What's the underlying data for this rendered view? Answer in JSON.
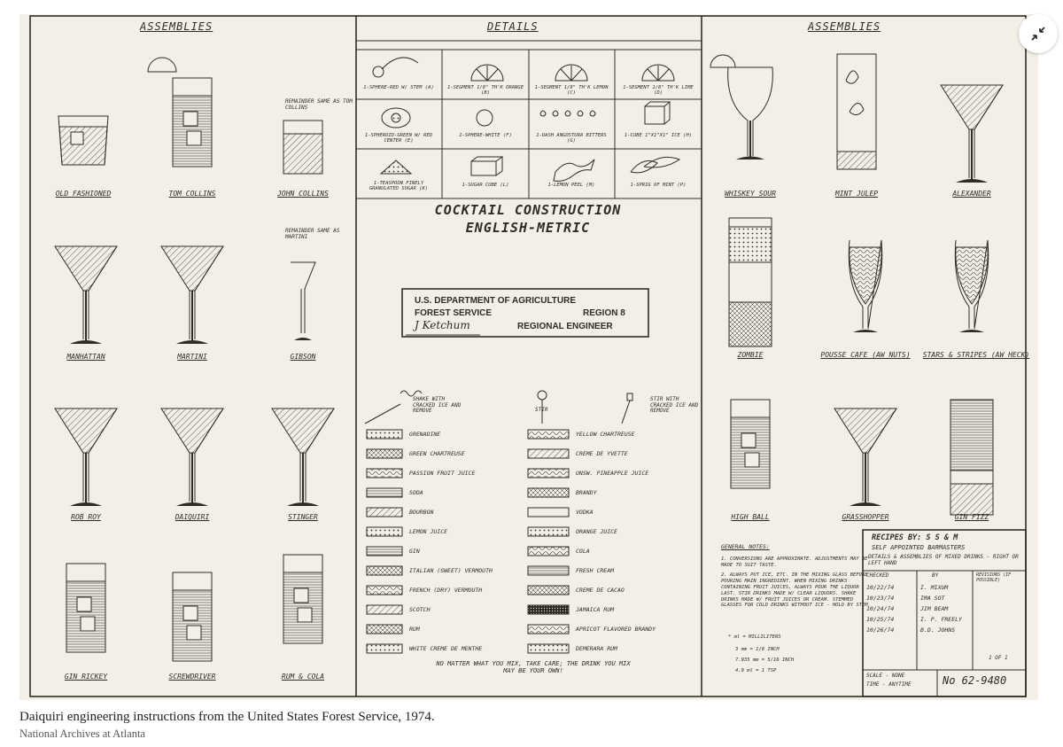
{
  "image": {
    "headers": {
      "assemblies_left": "ASSEMBLIES",
      "details": "DETAILS",
      "assemblies_right": "ASSEMBLIES"
    },
    "title_line1": "COCKTAIL CONSTRUCTION",
    "title_line2": "ENGLISH-METRIC",
    "usda": {
      "line1": "U.S. DEPARTMENT OF AGRICULTURE",
      "line2a": "FOREST SERVICE",
      "line2b": "REGION 8",
      "signature": "J Ketchum",
      "line3": "REGIONAL ENGINEER"
    },
    "drinks_left": [
      "OLD FASHIONED",
      "TOM COLLINS",
      "JOHN COLLINS",
      "MANHATTAN",
      "MARTINI",
      "GIBSON",
      "ROB ROY",
      "DAIQUIRI",
      "STINGER",
      "GIN RICKEY",
      "SCREWDRIVER",
      "RUM & COLA"
    ],
    "drinks_right": [
      "WHISKEY SOUR",
      "MINT JULEP",
      "ALEXANDER",
      "ZOMBIE",
      "POUSSE CAFE (AW NUTS)",
      "STARS & STRIPES (AW HECK)",
      "HIGH BALL",
      "GRASSHOPPER",
      "GIN FIZZ"
    ],
    "details": [
      "1-SPHERE-RED W/ STEM (A)",
      "1-SEGMENT 1/8\" TH'K ORANGE (B)",
      "1-SEGMENT 1/8\" TH'K LEMON (C)",
      "1-SEGMENT 1/8\" TH'K LIME (D)",
      "1-SPHEROID-GREEN W/ RED CENTER (E)",
      "1-SPHERE-WHITE (F)",
      "1-DASH ANGOSTURA BITTERS (G)",
      "1-CUBE 1\"x1\"x1\" ICE (H)",
      "1-TEASPOON FINELY GRANULATED SUGAR (K)",
      "1-SUGAR CUBE (L)",
      "1-LEMON PEEL (M)",
      "1-SPRIG OF MINT (P)"
    ],
    "remainder_notes": [
      "REMAINDER SAME AS TOM COLLINS",
      "REMAINDER SAME AS MARTINI"
    ],
    "shake_label": "SHAKE WITH CRACKED ICE AND REMOVE",
    "stir_label": "STIR",
    "stir_shake_label": "STIR WITH CRACKED ICE AND REMOVE",
    "legend_left": [
      "GRENADINE",
      "GREEN CHARTREUSE",
      "PASSION FRUIT JUICE",
      "SODA",
      "BOURBON",
      "LEMON JUICE",
      "GIN",
      "ITALIAN (SWEET) VERMOUTH",
      "FRENCH (DRY) VERMOUTH",
      "SCOTCH",
      "RUM",
      "WHITE CREME DE MENTHE"
    ],
    "legend_right": [
      "YELLOW CHARTREUSE",
      "CREME DE YVETTE",
      "UNSW. PINEAPPLE JUICE",
      "BRANDY",
      "VODKA",
      "ORANGE JUICE",
      "COLA",
      "FRESH CREAM",
      "CREME DE CACAO",
      "JAMAICA RUM",
      "APRICOT FLAVORED BRANDY",
      "DEMERARA RUM"
    ],
    "bottom_note": "NO MATTER WHAT YOU MIX, TAKE CARE; THE DRINK YOU MIX MAY BE YOUR OWN!",
    "general_notes": {
      "title": "GENERAL NOTES:",
      "n1": "1. CONVERSIONS ARE APPROXIMATE. ADJUSTMENTS MAY BE MADE TO SUIT TASTE.",
      "n2": "2. ALWAYS PUT ICE, ETC. IN THE MIXING GLASS BEFORE POURING MAIN INGREDIENT. WHEN MIXING DRINKS CONTAINING FRUIT JUICES, ALWAYS POUR THE LIQUOR LAST. STIR DRINKS MADE W/ CLEAR LIQUORS. SHAKE DRINKS MADE W/ FRUIT JUICES OR CREAM. STEMMED GLASSES FOR COLD DRINKS WITHOUT ICE - HOLD BY STEM.",
      "ml": "* ml = MILLILITERS",
      "c1": "3 mm = 1/8 INCH",
      "c2": "7.935 mm = 5/16 INCH",
      "c3": "4.9 ml = 1 TSP"
    },
    "title_block": {
      "line1": "RECIPES BY: S S & M",
      "line2": "SELF APPOINTED BARMASTERS",
      "line3": "DETAILS & ASSEMBLIES OF MIXED DRINKS - RIGHT OR LEFT HAND",
      "col_checked": "CHECKED",
      "col_by": "BY",
      "col_rev": "REVISIONS (IF POSSIBLE)",
      "rows": [
        {
          "date": "10/22/74",
          "by": "I. MIXUM"
        },
        {
          "date": "10/23/74",
          "by": "IMA SOT"
        },
        {
          "date": "10/24/74",
          "by": "JIM BEAM"
        },
        {
          "date": "10/25/74",
          "by": "I. P. FREELY"
        },
        {
          "date": "10/26/74",
          "by": "B.D. JOHNS"
        }
      ],
      "scale": "SCALE - NONE",
      "time": "TIME - ANYTIME",
      "number": "No 62-9480",
      "sheet": "1 OF 1"
    }
  },
  "caption": "Daiquiri engineering instructions from the United States Forest Service, 1974.",
  "credit": "National Archives at Atlanta",
  "icons": {
    "collapse": "collapse-arrows-icon"
  }
}
